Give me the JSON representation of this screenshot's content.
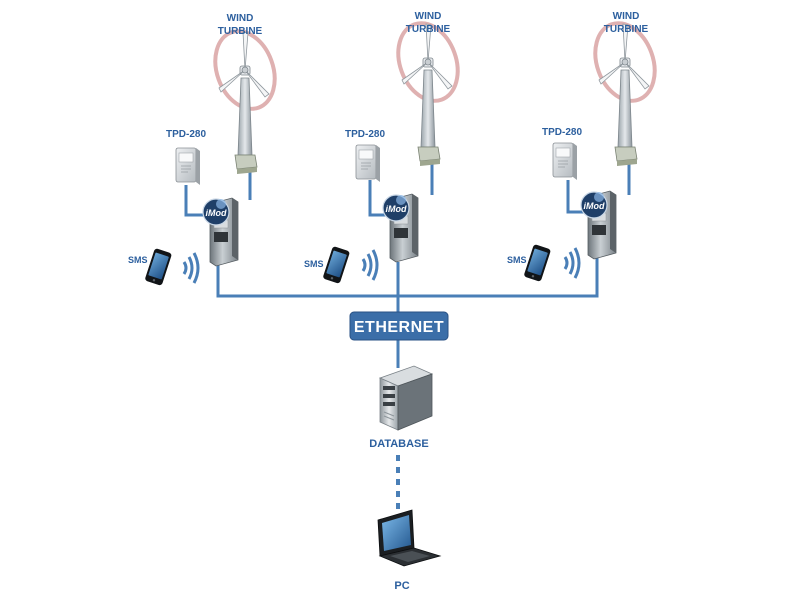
{
  "sites": [
    {
      "turbine_label_1": "WIND",
      "turbine_label_2": "TURBINE",
      "panel_label": "TPD-280",
      "device_badge": "iMod",
      "sms_label": "SMS"
    },
    {
      "turbine_label_1": "WIND",
      "turbine_label_2": "TURBINE",
      "panel_label": "TPD-280",
      "device_badge": "iMod",
      "sms_label": "SMS"
    },
    {
      "turbine_label_1": "WIND",
      "turbine_label_2": "TURBINE",
      "panel_label": "TPD-280",
      "device_badge": "iMod",
      "sms_label": "SMS"
    }
  ],
  "network": {
    "label": "ETHERNET"
  },
  "server": {
    "label": "DATABASE"
  },
  "client": {
    "label": "PC"
  },
  "colors": {
    "line": "#4a7fb7",
    "label": "#2c5f9e",
    "ethernet_box": "#3b6ea8",
    "rotor_halo": "#d9a3a3"
  }
}
